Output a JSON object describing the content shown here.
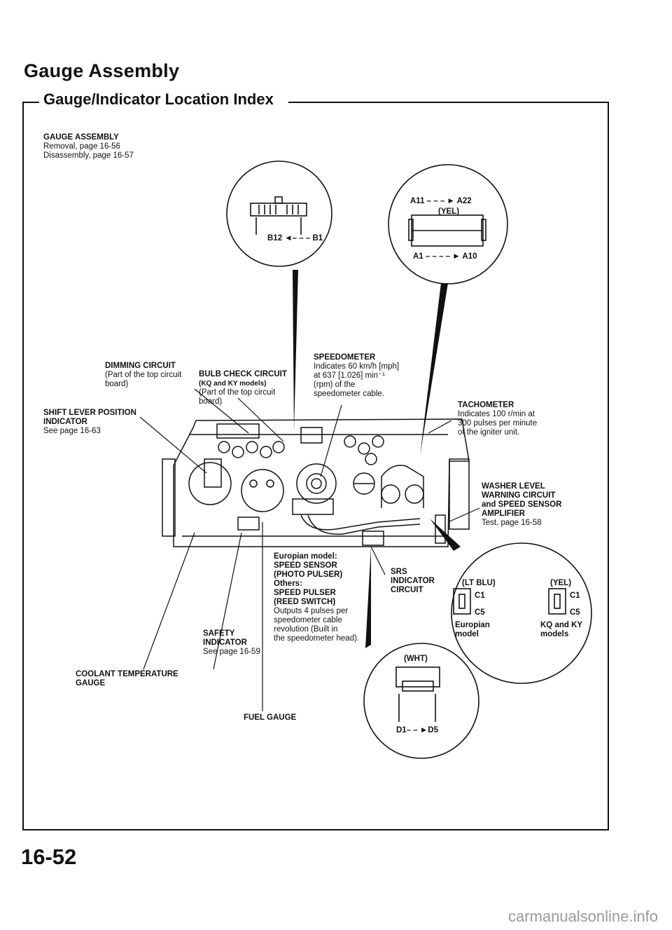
{
  "header": {
    "title": "Gauge Assembly",
    "subtitle": "Gauge/Indicator Location Index"
  },
  "gauge_assembly": {
    "heading": "GAUGE ASSEMBLY",
    "lines": [
      "Removal, page 16-56",
      "Disassembly, page 16-57"
    ]
  },
  "connectors": {
    "b": {
      "range": "B12 ◄– – –  B1"
    },
    "a": {
      "top": "A11 – – – ► A22",
      "color": "(YEL)",
      "bottom": "A1 – – – – ► A10"
    },
    "c": {
      "left_color": "(LT BLU)",
      "right_color": "(YEL)",
      "c1": "C1",
      "c5": "C5",
      "left_model_1": "Europian",
      "left_model_2": "model",
      "right_model_1": "KQ and KY",
      "right_model_2": "models"
    },
    "d": {
      "color": "(WHT)",
      "range": "D1– – ►D5"
    }
  },
  "labels": {
    "dimming": {
      "heading": "DIMMING CIRCUIT",
      "lines": [
        "(Part of the top circuit",
        "board)"
      ]
    },
    "bulb": {
      "heading": "BULB CHECK CIRCUIT",
      "heading2": "(KQ and KY models)",
      "lines": [
        "(Part of the top circuit",
        "board)"
      ]
    },
    "speedometer": {
      "heading": "SPEEDOMETER",
      "lines": [
        "Indicates 60 km/h [mph]",
        "at 637 [1.026] min⁻¹",
        "(rpm) of the",
        "speedometer cable."
      ]
    },
    "tachometer": {
      "heading": "TACHOMETER",
      "lines": [
        "Indicates 100 r/min at",
        "300 pulses per minute",
        "of the igniter unit."
      ]
    },
    "shift": {
      "heading1": "SHIFT LEVER POSITION",
      "heading2": "INDICATOR",
      "line": "See page 16-63"
    },
    "washer": {
      "h1": "WASHER LEVEL",
      "h2": "WARNING CIRCUIT",
      "h3": "and SPEED SENSOR",
      "h4": "AMPLIFIER",
      "line": "Test, page 16-58"
    },
    "speed_sensor": {
      "h1": "Europian model:",
      "h2": "SPEED SENSOR",
      "h3": "(PHOTO PULSER)",
      "h4": "Others:",
      "h5": "SPEED PULSER",
      "h6": "(REED SWITCH)",
      "lines": [
        "Outputs 4 pulses per",
        "speedometer cable",
        "revolution (Built in",
        "the speedometer head)."
      ]
    },
    "srs": {
      "h1": "SRS",
      "h2": "INDICATOR",
      "h3": "CIRCUIT"
    },
    "safety": {
      "h1": "SAFETY",
      "h2": "INDICATOR",
      "line": "See page 16-59"
    },
    "coolant": {
      "h1": "COOLANT TEMPERATURE",
      "h2": "GAUGE"
    },
    "fuel": {
      "h1": "FUEL GAUGE"
    }
  },
  "footer": {
    "page_number": "16-52",
    "watermark": "carmanualsonline.info"
  }
}
